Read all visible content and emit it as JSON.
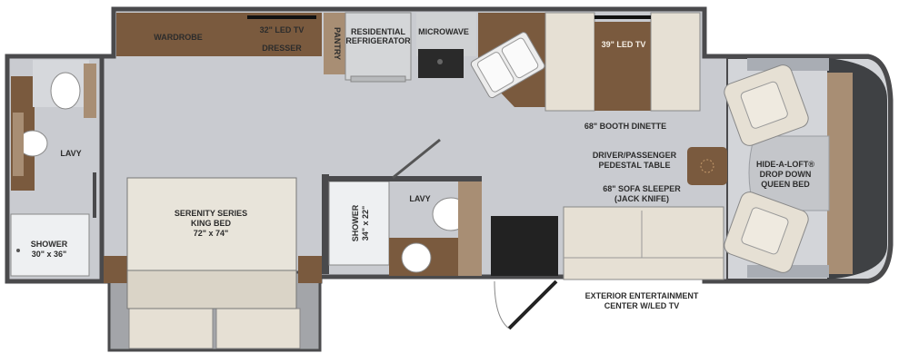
{
  "colors": {
    "floor": "#c9cbd0",
    "floor_light": "#d6d8dc",
    "wall": "#4a4a4c",
    "cabinet": "#7a5a3e",
    "cabinet_light": "#a88e74",
    "upholstery": "#e6e0d4",
    "bed": "#e8e4da",
    "cab_shell": "#3f4144",
    "steel": "#d4d6d8"
  },
  "labels": {
    "wardrobe": "WARDROBE",
    "tv32": "32\" LED TV",
    "dresser": "DRESSER",
    "pantry": "PANTRY",
    "fridge_1": "RESIDENTIAL",
    "fridge_2": "REFRIGERATOR",
    "microwave": "MICROWAVE",
    "tv39": "39\" LED TV",
    "booth_dinette": "68\" BOOTH DINETTE",
    "lavy_rear": "LAVY",
    "shower_rear_1": "SHOWER",
    "shower_rear_2": "30\" x 36\"",
    "bed_1": "SERENITY SERIES",
    "bed_2": "KING BED",
    "bed_3": "72\" x 74\"",
    "shower_mid_1": "SHOWER",
    "shower_mid_2": "34\" x 22\"",
    "lavy_mid": "LAVY",
    "pedestal_1": "DRIVER/PASSENGER",
    "pedestal_2": "PEDESTAL TABLE",
    "sofa_1": "68\" SOFA SLEEPER",
    "sofa_2": "(JACK KNIFE)",
    "loft_1": "HIDE-A-LOFT®",
    "loft_2": "DROP DOWN",
    "loft_3": "QUEEN BED",
    "ext_1": "EXTERIOR ENTERTAINMENT",
    "ext_2": "CENTER W/LED TV"
  }
}
